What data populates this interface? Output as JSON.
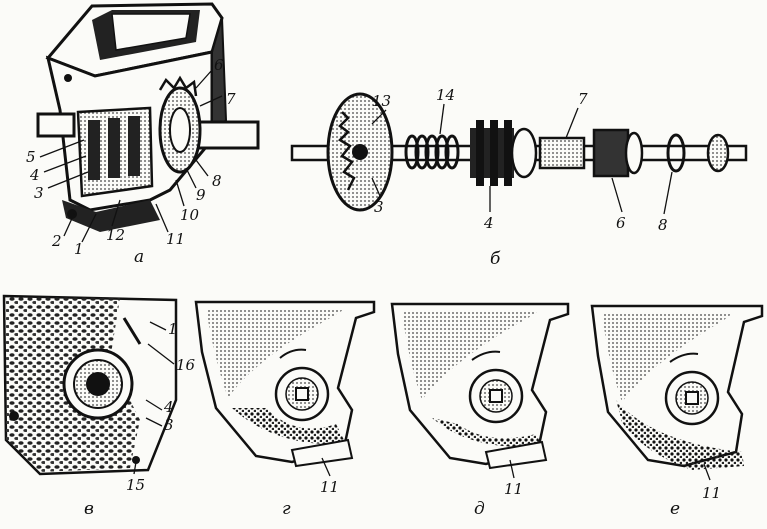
{
  "figure": {
    "panels": {
      "a": "а",
      "b": "б",
      "v": "в",
      "g": "г",
      "d": "д",
      "e": "е"
    },
    "callouts_a": [
      "5",
      "4",
      "3",
      "2",
      "1",
      "12",
      "11",
      "10",
      "9",
      "8",
      "7",
      "6"
    ],
    "callouts_b": [
      "13",
      "14",
      "3",
      "4",
      "7",
      "6",
      "8"
    ],
    "callouts_v": [
      "1",
      "16",
      "4",
      "3",
      "15"
    ],
    "callouts_g": [
      "11"
    ],
    "callouts_d": [
      "11"
    ],
    "callouts_e": [
      "11"
    ]
  }
}
